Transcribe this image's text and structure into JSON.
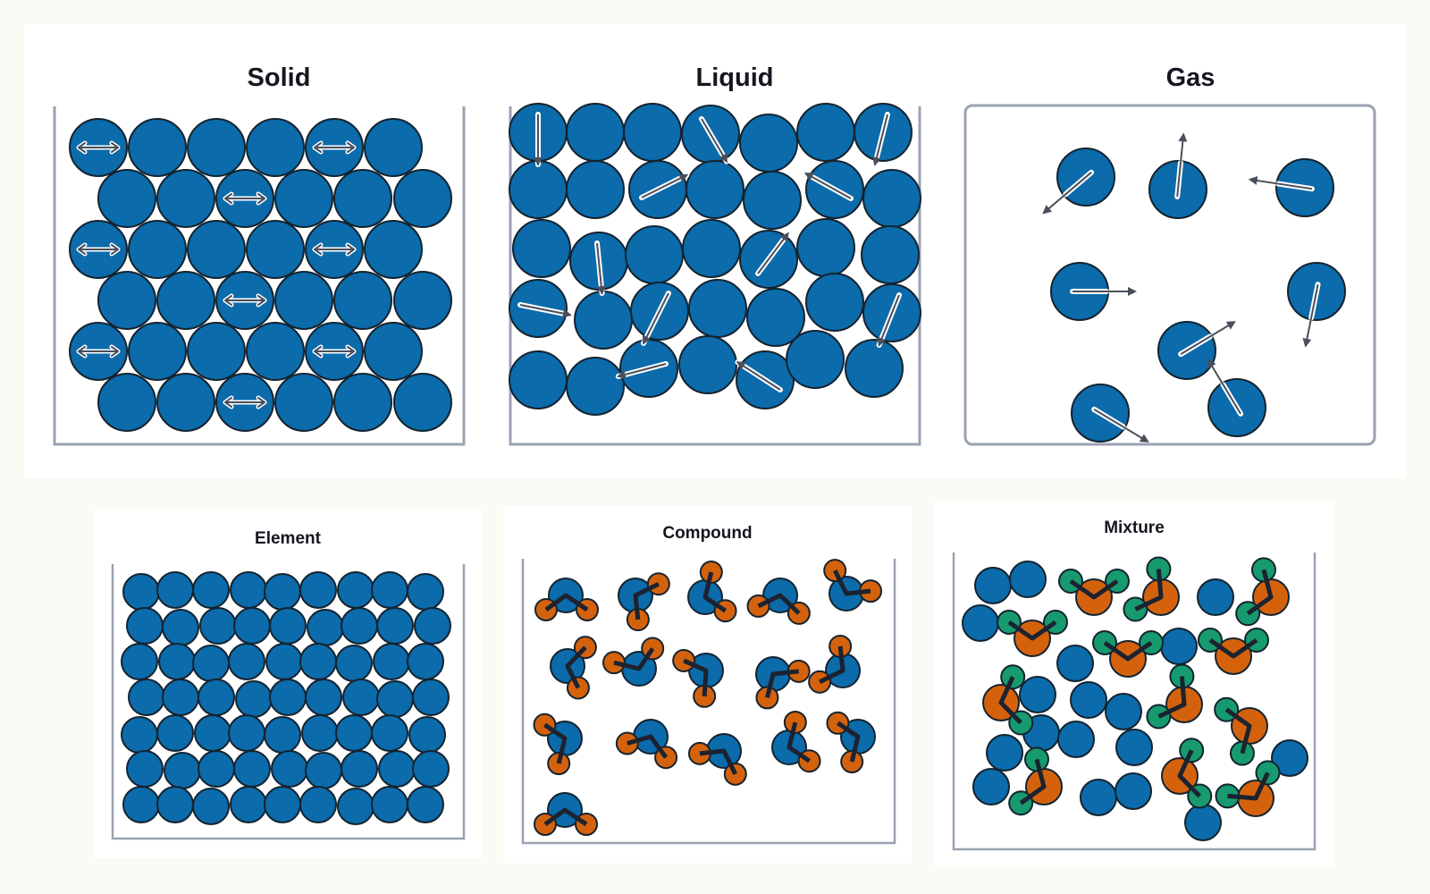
{
  "states_of_matter": {
    "solid": {
      "title": "Solid"
    },
    "liquid": {
      "title": "Liquid"
    },
    "gas": {
      "title": "Gas"
    }
  },
  "classification": {
    "element": {
      "title": "Element"
    },
    "compound": {
      "title": "Compound"
    },
    "mixture": {
      "title": "Mixture"
    }
  },
  "colors": {
    "particle_blue": "#0b6bab",
    "particle_orange": "#d4620d",
    "particle_green": "#169a6e",
    "outline": "#14232f",
    "container": "#9aa2b2",
    "arrow": "#4a4f5c",
    "bond": "#1c2230"
  }
}
